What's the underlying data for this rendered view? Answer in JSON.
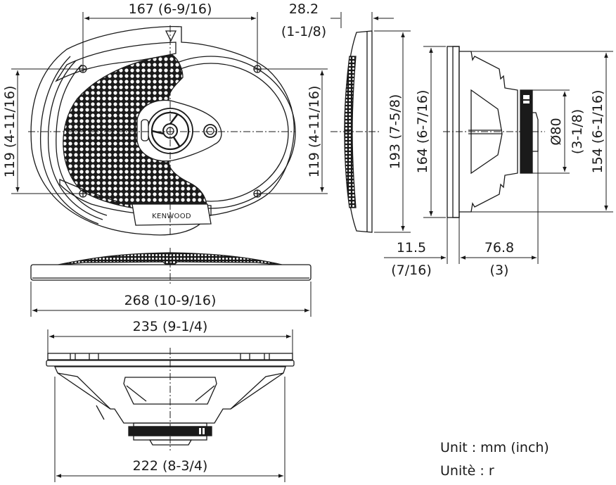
{
  "diagram": {
    "type": "speaker-dimension-drawing",
    "brand_label": "KENWOOD",
    "colors": {
      "line": "#1a1a1a",
      "background": "#ffffff"
    },
    "front_view": {
      "width_top": "167 (6-9/16)",
      "height_left": "119 (4-11/16)",
      "height_right": "119 (4-11/16)"
    },
    "side_view_grille": {
      "depth_top_mm": "28.2",
      "depth_top_inch": "(1-1/8)",
      "height": "193 (7-5/8)"
    },
    "side_view_profile": {
      "height_outer": "164 (6-7/16)",
      "magnet_diameter_mm": "Ø80",
      "magnet_diameter_inch": "(3-1/8)",
      "height_basket": "154 (6-1/16)",
      "flange_depth_mm": "11.5",
      "flange_depth_inch": "(7/16)",
      "mount_depth_mm": "76.8",
      "mount_depth_inch": "(3)"
    },
    "top_view": {
      "overall_width": "268 (10-9/16)"
    },
    "bottom_view": {
      "frame_width": "235 (9-1/4)",
      "basket_width": "222 (8-3/4)"
    },
    "units": {
      "line1": "Unit : mm (inch)",
      "line2": "Unitè : r"
    }
  }
}
